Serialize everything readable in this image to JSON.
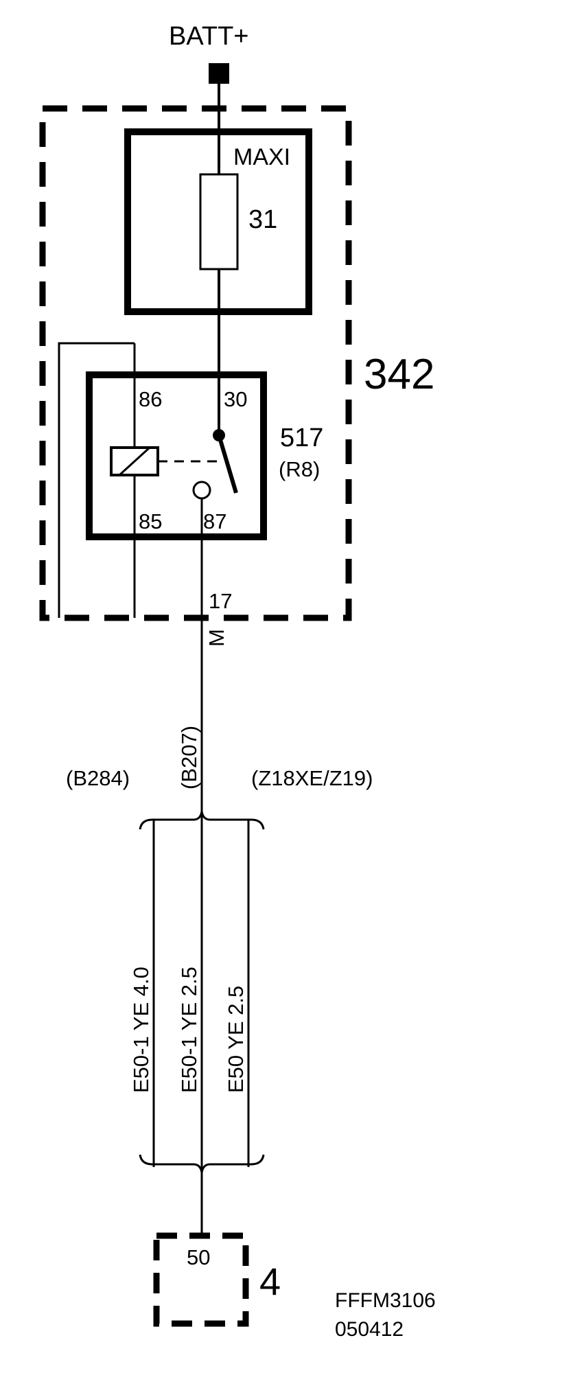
{
  "supply": {
    "label": "BATT+"
  },
  "fuse_box": {
    "id": "342",
    "fuse_type": "MAXI",
    "fuse_number": "31"
  },
  "relay": {
    "id": "517",
    "ref": "(R8)",
    "pins": {
      "p86": "86",
      "p30": "30",
      "p85": "85",
      "p87": "87"
    }
  },
  "output_pin": {
    "number": "17",
    "letter": "M"
  },
  "variants": {
    "b284": "(B284)",
    "b207": "(B207)",
    "engines": "(Z18XE/Z19)"
  },
  "wires": [
    {
      "label": "E50-1 YE 4.0"
    },
    {
      "label": "E50-1 YE 2.5"
    },
    {
      "label": "E50 YE 2.5"
    }
  ],
  "starter": {
    "id": "4",
    "pin": "50"
  },
  "footer": {
    "code": "FFFM3106",
    "date": "050412"
  }
}
